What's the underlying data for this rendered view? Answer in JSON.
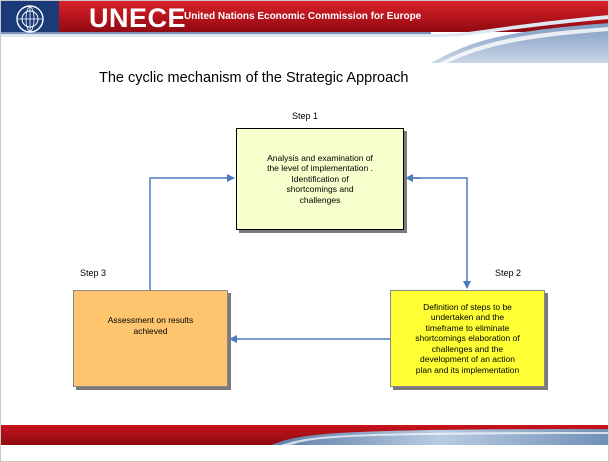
{
  "header": {
    "brand": "UNECE",
    "subtitle": "United Nations Economic Commission for Europe"
  },
  "title": "The cyclic mechanism of the Strategic Approach",
  "steps": [
    {
      "label": "Step 1",
      "text": "Analysis and examination of\nthe level of implementation .\nIdentification of\nshortcomings and\nchallenges"
    },
    {
      "label": "Step 2",
      "text": "Definition of steps to be\nundertaken and the\ntimeframe to eliminate\nshortcomings elaboration of\nchallenges and the\ndevelopment of an action\nplan and its implementation"
    },
    {
      "label": "Step 3",
      "text": "Assessment on results\nachieved"
    }
  ],
  "colors": {
    "header_red": "#c0141c",
    "header_blue": "#6e8fb5",
    "arrow": "#4a7ac0",
    "box1_fill": "#f7ffcc",
    "box2_fill": "#ffff33",
    "box3_fill": "#ffc56e"
  },
  "icons": {
    "emblem": "un-emblem-icon"
  }
}
